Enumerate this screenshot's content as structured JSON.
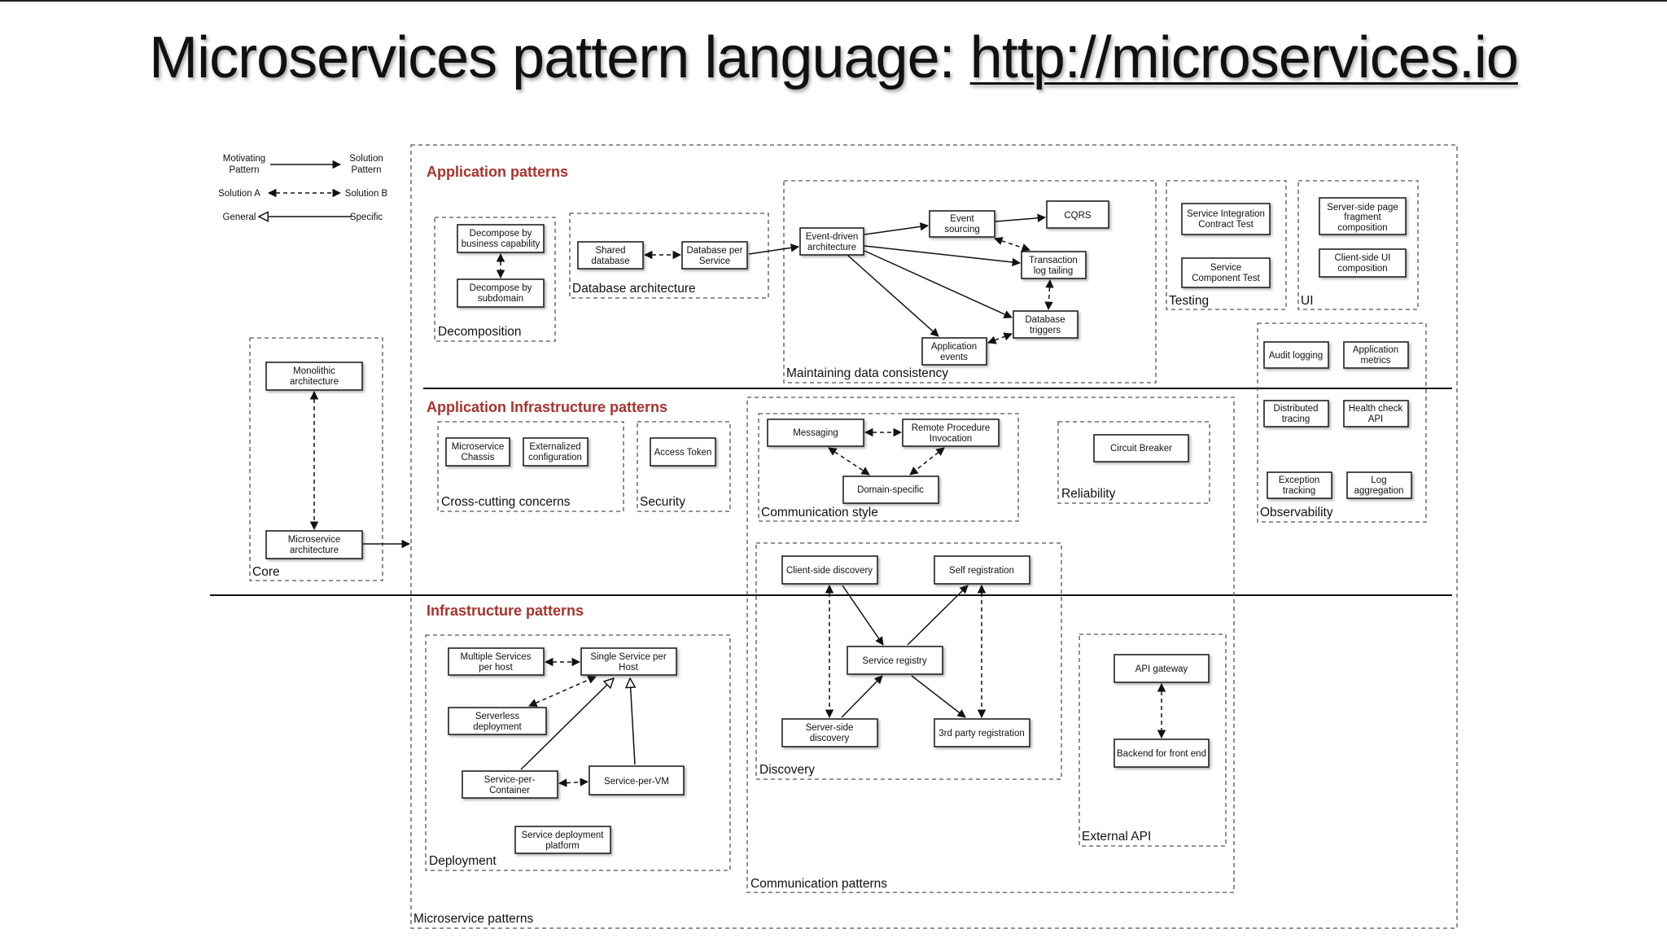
{
  "title": {
    "prefix": "Microservices pattern language: ",
    "link": "http://microservices.io"
  },
  "legend": {
    "motivating": [
      "Motivating",
      "Pattern"
    ],
    "solution": [
      "Solution",
      "Pattern"
    ],
    "solution_a": "Solution A",
    "solution_b": "Solution B",
    "general": "General",
    "specific": "Specific"
  },
  "sections": {
    "application": "Application patterns",
    "app_infra": "Application Infrastructure patterns",
    "infra": "Infrastructure patterns"
  },
  "groups": {
    "microservice_patterns": "Microservice patterns",
    "core": "Core",
    "decomposition": "Decomposition",
    "database_architecture": "Database architecture",
    "maintaining_data_consistency": "Maintaining data consistency",
    "testing": "Testing",
    "ui": "UI",
    "observability": "Observability",
    "cross_cutting": "Cross-cutting concerns",
    "security": "Security",
    "communication_style": "Communication style",
    "reliability": "Reliability",
    "deployment": "Deployment",
    "discovery": "Discovery",
    "external_api": "External API",
    "communication_patterns": "Communication patterns"
  },
  "patterns": {
    "monolithic": [
      "Monolithic",
      "architecture"
    ],
    "microservice": [
      "Microservice",
      "architecture"
    ],
    "decompose_bc": [
      "Decompose by",
      "business capability"
    ],
    "decompose_sd": [
      "Decompose by",
      "subdomain"
    ],
    "shared_db": [
      "Shared",
      "database"
    ],
    "db_per_service": [
      "Database per",
      "Service"
    ],
    "event_driven": [
      "Event-driven",
      "architecture"
    ],
    "event_sourcing": [
      "Event",
      "sourcing"
    ],
    "cqrs": [
      "CQRS"
    ],
    "tx_log_tailing": [
      "Transaction",
      "log tailing"
    ],
    "db_triggers": [
      "Database",
      "triggers"
    ],
    "app_events": [
      "Application",
      "events"
    ],
    "sict": [
      "Service Integration",
      "Contract Test"
    ],
    "sct": [
      "Service",
      "Component Test"
    ],
    "ssp_fragment": [
      "Server-side page",
      "fragment",
      "composition"
    ],
    "csui": [
      "Client-side  UI",
      "composition"
    ],
    "audit_logging": [
      "Audit logging"
    ],
    "app_metrics": [
      "Application",
      "metrics"
    ],
    "dist_tracing": [
      "Distributed",
      "tracing"
    ],
    "health_check": [
      "Health check",
      "API"
    ],
    "exception_tracking": [
      "Exception",
      "tracking"
    ],
    "log_aggregation": [
      "Log",
      "aggregation"
    ],
    "ms_chassis": [
      "Microservice",
      "Chassis"
    ],
    "ext_config": [
      "Externalized",
      "configuration"
    ],
    "access_token": [
      "Access Token"
    ],
    "messaging": [
      "Messaging"
    ],
    "rpi": [
      "Remote Procedure",
      "Invocation"
    ],
    "domain_specific": [
      "Domain-specific"
    ],
    "circuit_breaker": [
      "Circuit Breaker"
    ],
    "multi_per_host": [
      "Multiple Services",
      "per host"
    ],
    "single_per_host": [
      "Single Service per",
      "Host"
    ],
    "serverless": [
      "Serverless",
      "deployment"
    ],
    "per_container": [
      "Service-per-",
      "Container"
    ],
    "per_vm": [
      "Service-per-VM"
    ],
    "deploy_platform": [
      "Service deployment",
      "platform"
    ],
    "client_discovery": [
      "Client-side discovery"
    ],
    "self_registration": [
      "Self registration"
    ],
    "service_registry": [
      "Service registry"
    ],
    "server_discovery": [
      "Server-side",
      "discovery"
    ],
    "third_party_reg": [
      "3rd party registration"
    ],
    "api_gateway": [
      "API gateway"
    ],
    "bff": [
      "Backend for front end"
    ]
  }
}
